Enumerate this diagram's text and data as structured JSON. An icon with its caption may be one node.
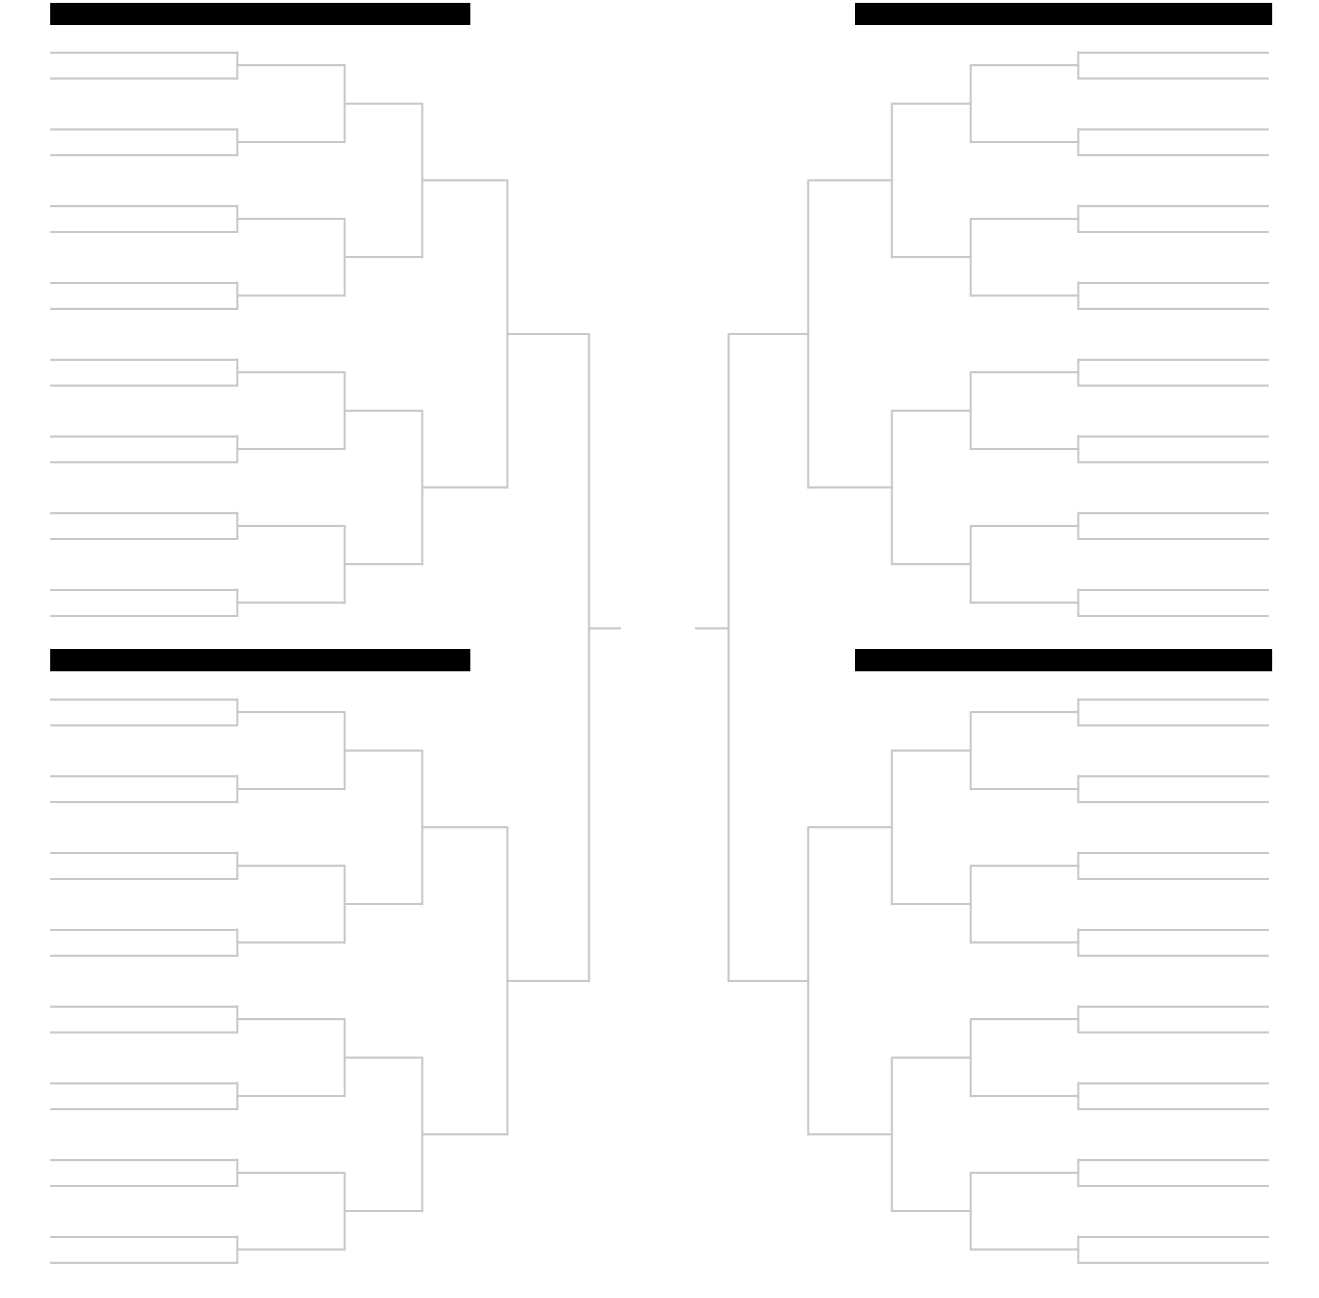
{
  "diagram": {
    "nodes": [
      {
        "text": [],
        "shape": "bar"
      },
      {
        "text": [],
        "shape": "line"
      },
      {
        "text": [],
        "shape": "line"
      },
      {
        "text": [],
        "shape": "line"
      },
      {
        "text": [],
        "shape": "line"
      },
      {
        "text": [],
        "shape": "line"
      },
      {
        "text": [],
        "shape": "line"
      },
      {
        "text": [],
        "shape": "line"
      },
      {
        "text": [],
        "shape": "line"
      },
      {
        "text": [],
        "shape": "line"
      },
      {
        "text": [],
        "shape": "line"
      },
      {
        "text": [],
        "shape": "line"
      },
      {
        "text": [],
        "shape": "line"
      },
      {
        "text": [],
        "shape": "line"
      },
      {
        "text": [],
        "shape": "line"
      },
      {
        "text": [],
        "shape": "line"
      },
      {
        "text": [],
        "shape": "line"
      },
      {
        "text": [],
        "shape": "line"
      },
      {
        "text": [],
        "shape": "line"
      },
      {
        "text": [],
        "shape": "line"
      },
      {
        "text": [],
        "shape": "line"
      },
      {
        "text": [],
        "shape": "line"
      },
      {
        "text": [],
        "shape": "line"
      },
      {
        "text": [],
        "shape": "line"
      },
      {
        "text": [],
        "shape": "line"
      },
      {
        "text": [],
        "shape": "line"
      },
      {
        "text": [],
        "shape": "line"
      },
      {
        "text": [],
        "shape": "line"
      },
      {
        "text": [],
        "shape": "line"
      },
      {
        "text": [],
        "shape": "line"
      },
      {
        "text": [],
        "shape": "line"
      },
      {
        "text": [],
        "shape": "line"
      },
      {
        "text": [],
        "shape": "bar"
      },
      {
        "text": [],
        "shape": "line"
      },
      {
        "text": [],
        "shape": "line"
      },
      {
        "text": [],
        "shape": "line"
      },
      {
        "text": [],
        "shape": "line"
      },
      {
        "text": [],
        "shape": "line"
      },
      {
        "text": [],
        "shape": "line"
      },
      {
        "text": [],
        "shape": "line"
      },
      {
        "text": [],
        "shape": "line"
      },
      {
        "text": [],
        "shape": "line"
      },
      {
        "text": [],
        "shape": "line"
      },
      {
        "text": [],
        "shape": "line"
      },
      {
        "text": [],
        "shape": "line"
      },
      {
        "text": [],
        "shape": "line"
      },
      {
        "text": [],
        "shape": "line"
      },
      {
        "text": [],
        "shape": "line"
      },
      {
        "text": [],
        "shape": "line"
      },
      {
        "text": [],
        "shape": "line"
      },
      {
        "text": [],
        "shape": "line"
      },
      {
        "text": [],
        "shape": "line"
      },
      {
        "text": [],
        "shape": "line"
      },
      {
        "text": [],
        "shape": "line"
      },
      {
        "text": [],
        "shape": "line"
      },
      {
        "text": [],
        "shape": "line"
      },
      {
        "text": [],
        "shape": "line"
      },
      {
        "text": [],
        "shape": "line"
      },
      {
        "text": [],
        "shape": "line"
      },
      {
        "text": [],
        "shape": "line"
      },
      {
        "text": [],
        "shape": "line"
      },
      {
        "text": [],
        "shape": "line"
      },
      {
        "text": [],
        "shape": "line"
      },
      {
        "text": [],
        "shape": "line"
      },
      {
        "text": [],
        "shape": "bar"
      },
      {
        "text": [],
        "shape": "line"
      },
      {
        "text": [],
        "shape": "line"
      },
      {
        "text": [],
        "shape": "line"
      },
      {
        "text": [],
        "shape": "line"
      },
      {
        "text": [],
        "shape": "line"
      },
      {
        "text": [],
        "shape": "line"
      },
      {
        "text": [],
        "shape": "line"
      },
      {
        "text": [],
        "shape": "line"
      },
      {
        "text": [],
        "shape": "line"
      },
      {
        "text": [],
        "shape": "line"
      },
      {
        "text": [],
        "shape": "line"
      },
      {
        "text": [],
        "shape": "line"
      },
      {
        "text": [],
        "shape": "line"
      },
      {
        "text": [],
        "shape": "line"
      },
      {
        "text": [],
        "shape": "line"
      },
      {
        "text": [],
        "shape": "line"
      },
      {
        "text": [],
        "shape": "line"
      },
      {
        "text": [],
        "shape": "line"
      },
      {
        "text": [],
        "shape": "line"
      },
      {
        "text": [],
        "shape": "line"
      },
      {
        "text": [],
        "shape": "line"
      },
      {
        "text": [],
        "shape": "line"
      },
      {
        "text": [],
        "shape": "line"
      },
      {
        "text": [],
        "shape": "line"
      },
      {
        "text": [],
        "shape": "line"
      },
      {
        "text": [],
        "shape": "line"
      },
      {
        "text": [],
        "shape": "line"
      },
      {
        "text": [],
        "shape": "line"
      },
      {
        "text": [],
        "shape": "line"
      },
      {
        "text": [],
        "shape": "line"
      },
      {
        "text": [],
        "shape": "line"
      },
      {
        "text": [],
        "shape": "bar"
      },
      {
        "text": [],
        "shape": "line"
      },
      {
        "text": [],
        "shape": "line"
      },
      {
        "text": [],
        "shape": "line"
      },
      {
        "text": [],
        "shape": "line"
      },
      {
        "text": [],
        "shape": "line"
      },
      {
        "text": [],
        "shape": "line"
      },
      {
        "text": [],
        "shape": "line"
      },
      {
        "text": [],
        "shape": "line"
      },
      {
        "text": [],
        "shape": "line"
      },
      {
        "text": [],
        "shape": "line"
      },
      {
        "text": [],
        "shape": "line"
      },
      {
        "text": [],
        "shape": "line"
      },
      {
        "text": [],
        "shape": "line"
      },
      {
        "text": [],
        "shape": "line"
      },
      {
        "text": [],
        "shape": "line"
      },
      {
        "text": [],
        "shape": "line"
      },
      {
        "text": [],
        "shape": "line"
      },
      {
        "text": [],
        "shape": "line"
      },
      {
        "text": [],
        "shape": "line"
      },
      {
        "text": [],
        "shape": "line"
      },
      {
        "text": [],
        "shape": "line"
      },
      {
        "text": [],
        "shape": "line"
      },
      {
        "text": [],
        "shape": "line"
      },
      {
        "text": [],
        "shape": "line"
      },
      {
        "text": [],
        "shape": "line"
      },
      {
        "text": [],
        "shape": "line"
      },
      {
        "text": [],
        "shape": "line"
      },
      {
        "text": [],
        "shape": "line"
      },
      {
        "text": [],
        "shape": "line"
      },
      {
        "text": [],
        "shape": "line"
      },
      {
        "text": [],
        "shape": "line"
      },
      {
        "text": [],
        "shape": "line"
      },
      {
        "text": [],
        "shape": "line"
      }
    ],
    "edges": [
      {
        "from": 1,
        "to": 17,
        "arrow": "none"
      },
      {
        "from": 2,
        "to": 17,
        "arrow": "none"
      },
      {
        "from": 3,
        "to": 18,
        "arrow": "none"
      },
      {
        "from": 4,
        "to": 18,
        "arrow": "none"
      },
      {
        "from": 5,
        "to": 19,
        "arrow": "none"
      },
      {
        "from": 6,
        "to": 19,
        "arrow": "none"
      },
      {
        "from": 7,
        "to": 20,
        "arrow": "none"
      },
      {
        "from": 8,
        "to": 20,
        "arrow": "none"
      },
      {
        "from": 9,
        "to": 21,
        "arrow": "none"
      },
      {
        "from": 10,
        "to": 21,
        "arrow": "none"
      },
      {
        "from": 11,
        "to": 22,
        "arrow": "none"
      },
      {
        "from": 12,
        "to": 22,
        "arrow": "none"
      },
      {
        "from": 13,
        "to": 23,
        "arrow": "none"
      },
      {
        "from": 14,
        "to": 23,
        "arrow": "none"
      },
      {
        "from": 15,
        "to": 24,
        "arrow": "none"
      },
      {
        "from": 16,
        "to": 24,
        "arrow": "none"
      },
      {
        "from": 17,
        "to": 25,
        "arrow": "none"
      },
      {
        "from": 18,
        "to": 25,
        "arrow": "none"
      },
      {
        "from": 19,
        "to": 26,
        "arrow": "none"
      },
      {
        "from": 20,
        "to": 26,
        "arrow": "none"
      },
      {
        "from": 21,
        "to": 27,
        "arrow": "none"
      },
      {
        "from": 22,
        "to": 27,
        "arrow": "none"
      },
      {
        "from": 23,
        "to": 28,
        "arrow": "none"
      },
      {
        "from": 24,
        "to": 28,
        "arrow": "none"
      },
      {
        "from": 25,
        "to": 29,
        "arrow": "none"
      },
      {
        "from": 26,
        "to": 29,
        "arrow": "none"
      },
      {
        "from": 27,
        "to": 30,
        "arrow": "none"
      },
      {
        "from": 28,
        "to": 30,
        "arrow": "none"
      },
      {
        "from": 29,
        "to": 31,
        "arrow": "none"
      },
      {
        "from": 30,
        "to": 31,
        "arrow": "none"
      },
      {
        "from": 33,
        "to": 49,
        "arrow": "none"
      },
      {
        "from": 34,
        "to": 49,
        "arrow": "none"
      },
      {
        "from": 35,
        "to": 50,
        "arrow": "none"
      },
      {
        "from": 36,
        "to": 50,
        "arrow": "none"
      },
      {
        "from": 37,
        "to": 51,
        "arrow": "none"
      },
      {
        "from": 38,
        "to": 51,
        "arrow": "none"
      },
      {
        "from": 39,
        "to": 52,
        "arrow": "none"
      },
      {
        "from": 40,
        "to": 52,
        "arrow": "none"
      },
      {
        "from": 41,
        "to": 53,
        "arrow": "none"
      },
      {
        "from": 42,
        "to": 53,
        "arrow": "none"
      },
      {
        "from": 43,
        "to": 54,
        "arrow": "none"
      },
      {
        "from": 44,
        "to": 54,
        "arrow": "none"
      },
      {
        "from": 45,
        "to": 55,
        "arrow": "none"
      },
      {
        "from": 46,
        "to": 55,
        "arrow": "none"
      },
      {
        "from": 47,
        "to": 56,
        "arrow": "none"
      },
      {
        "from": 48,
        "to": 56,
        "arrow": "none"
      },
      {
        "from": 49,
        "to": 57,
        "arrow": "none"
      },
      {
        "from": 50,
        "to": 57,
        "arrow": "none"
      },
      {
        "from": 51,
        "to": 58,
        "arrow": "none"
      },
      {
        "from": 52,
        "to": 58,
        "arrow": "none"
      },
      {
        "from": 53,
        "to": 59,
        "arrow": "none"
      },
      {
        "from": 54,
        "to": 59,
        "arrow": "none"
      },
      {
        "from": 55,
        "to": 60,
        "arrow": "none"
      },
      {
        "from": 56,
        "to": 60,
        "arrow": "none"
      },
      {
        "from": 57,
        "to": 61,
        "arrow": "none"
      },
      {
        "from": 58,
        "to": 61,
        "arrow": "none"
      },
      {
        "from": 59,
        "to": 62,
        "arrow": "none"
      },
      {
        "from": 60,
        "to": 62,
        "arrow": "none"
      },
      {
        "from": 61,
        "to": 63,
        "arrow": "none"
      },
      {
        "from": 62,
        "to": 63,
        "arrow": "none"
      },
      {
        "from": 65,
        "to": 81,
        "arrow": "none"
      },
      {
        "from": 66,
        "to": 81,
        "arrow": "none"
      },
      {
        "from": 67,
        "to": 82,
        "arrow": "none"
      },
      {
        "from": 68,
        "to": 82,
        "arrow": "none"
      },
      {
        "from": 69,
        "to": 83,
        "arrow": "none"
      },
      {
        "from": 70,
        "to": 83,
        "arrow": "none"
      },
      {
        "from": 71,
        "to": 84,
        "arrow": "none"
      },
      {
        "from": 72,
        "to": 84,
        "arrow": "none"
      },
      {
        "from": 73,
        "to": 85,
        "arrow": "none"
      },
      {
        "from": 74,
        "to": 85,
        "arrow": "none"
      },
      {
        "from": 75,
        "to": 86,
        "arrow": "none"
      },
      {
        "from": 76,
        "to": 86,
        "arrow": "none"
      },
      {
        "from": 77,
        "to": 87,
        "arrow": "none"
      },
      {
        "from": 78,
        "to": 87,
        "arrow": "none"
      },
      {
        "from": 79,
        "to": 88,
        "arrow": "none"
      },
      {
        "from": 80,
        "to": 88,
        "arrow": "none"
      },
      {
        "from": 81,
        "to": 89,
        "arrow": "none"
      },
      {
        "from": 82,
        "to": 89,
        "arrow": "none"
      },
      {
        "from": 83,
        "to": 90,
        "arrow": "none"
      },
      {
        "from": 84,
        "to": 90,
        "arrow": "none"
      },
      {
        "from": 85,
        "to": 91,
        "arrow": "none"
      },
      {
        "from": 86,
        "to": 91,
        "arrow": "none"
      },
      {
        "from": 87,
        "to": 92,
        "arrow": "none"
      },
      {
        "from": 88,
        "to": 92,
        "arrow": "none"
      },
      {
        "from": 89,
        "to": 93,
        "arrow": "none"
      },
      {
        "from": 90,
        "to": 93,
        "arrow": "none"
      },
      {
        "from": 91,
        "to": 94,
        "arrow": "none"
      },
      {
        "from": 92,
        "to": 94,
        "arrow": "none"
      },
      {
        "from": 93,
        "to": 95,
        "arrow": "none"
      },
      {
        "from": 94,
        "to": 95,
        "arrow": "none"
      },
      {
        "from": 97,
        "to": 113,
        "arrow": "none"
      },
      {
        "from": 98,
        "to": 113,
        "arrow": "none"
      },
      {
        "from": 99,
        "to": 114,
        "arrow": "none"
      },
      {
        "from": 100,
        "to": 114,
        "arrow": "none"
      },
      {
        "from": 101,
        "to": 115,
        "arrow": "none"
      },
      {
        "from": 102,
        "to": 115,
        "arrow": "none"
      },
      {
        "from": 103,
        "to": 116,
        "arrow": "none"
      },
      {
        "from": 104,
        "to": 116,
        "arrow": "none"
      },
      {
        "from": 105,
        "to": 117,
        "arrow": "none"
      },
      {
        "from": 106,
        "to": 117,
        "arrow": "none"
      },
      {
        "from": 107,
        "to": 118,
        "arrow": "none"
      },
      {
        "from": 108,
        "to": 118,
        "arrow": "none"
      },
      {
        "from": 109,
        "to": 119,
        "arrow": "none"
      },
      {
        "from": 110,
        "to": 119,
        "arrow": "none"
      },
      {
        "from": 111,
        "to": 120,
        "arrow": "none"
      },
      {
        "from": 112,
        "to": 120,
        "arrow": "none"
      },
      {
        "from": 113,
        "to": 121,
        "arrow": "none"
      },
      {
        "from": 114,
        "to": 121,
        "arrow": "none"
      },
      {
        "from": 115,
        "to": 122,
        "arrow": "none"
      },
      {
        "from": 116,
        "to": 122,
        "arrow": "none"
      },
      {
        "from": 117,
        "to": 123,
        "arrow": "none"
      },
      {
        "from": 118,
        "to": 123,
        "arrow": "none"
      },
      {
        "from": 119,
        "to": 124,
        "arrow": "none"
      },
      {
        "from": 120,
        "to": 124,
        "arrow": "none"
      },
      {
        "from": 121,
        "to": 125,
        "arrow": "none"
      },
      {
        "from": 122,
        "to": 125,
        "arrow": "none"
      },
      {
        "from": 123,
        "to": 126,
        "arrow": "none"
      },
      {
        "from": 124,
        "to": 126,
        "arrow": "none"
      },
      {
        "from": 125,
        "to": 127,
        "arrow": "none"
      },
      {
        "from": 126,
        "to": 127,
        "arrow": "none"
      },
      {
        "from": 31,
        "to": 128,
        "arrow": "none"
      },
      {
        "from": 63,
        "to": 129,
        "arrow": "none"
      },
      {
        "from": 95,
        "to": 128,
        "arrow": "none"
      },
      {
        "from": 127,
        "to": 129,
        "arrow": "none"
      }
    ]
  }
}
